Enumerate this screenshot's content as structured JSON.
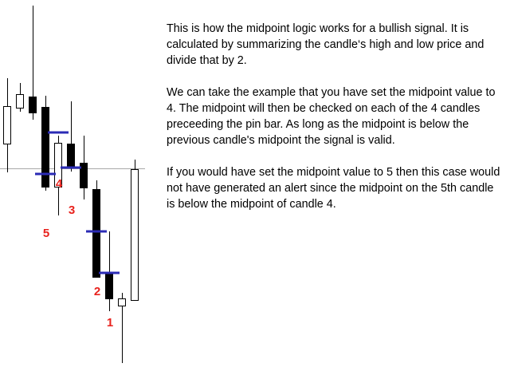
{
  "chart_data": {
    "type": "candlestick",
    "candles": [
      {
        "open": 180,
        "close": 133,
        "high": 98,
        "low": 216
      },
      {
        "open": 135,
        "close": 118,
        "high": 104,
        "low": 140
      },
      {
        "open": 121,
        "close": 141,
        "high": 7,
        "low": 150
      },
      {
        "open": 134,
        "close": 234,
        "high": 120,
        "low": 239
      },
      {
        "open": 234,
        "close": 179,
        "high": 170,
        "low": 270
      },
      {
        "open": 180,
        "close": 209,
        "high": 127,
        "low": 215
      },
      {
        "open": 204,
        "close": 235,
        "high": 170,
        "low": 250
      },
      {
        "open": 237,
        "close": 347,
        "high": 226,
        "low": 347
      },
      {
        "open": 342,
        "close": 374,
        "high": 290,
        "low": 390
      },
      {
        "open": 383,
        "close": 374,
        "high": 367,
        "low": 455
      },
      {
        "open": 376,
        "close": 212,
        "high": 200,
        "low": 376
      }
    ],
    "midpoint_lines": [
      {
        "candle": 3,
        "level": 218
      },
      {
        "candle": 4,
        "level": 166
      },
      {
        "candle": 5,
        "level": 210
      },
      {
        "candle": 7,
        "level": 290
      },
      {
        "candle": 8,
        "level": 342
      }
    ],
    "candle_labels": [
      {
        "text": "5",
        "candle": 3,
        "level": 292
      },
      {
        "text": "4",
        "candle": 4,
        "level": 230
      },
      {
        "text": "3",
        "candle": 5,
        "level": 263
      },
      {
        "text": "2",
        "candle": 7,
        "level": 365
      },
      {
        "text": "1",
        "candle": 8,
        "level": 404
      }
    ],
    "price_line": 211,
    "colors": {
      "bull_fill": "#ffffff",
      "bear_fill": "#000000",
      "outline": "#000000",
      "midpoint": "#2b2bb5",
      "label": "#e8221d",
      "price_line": "#a8a8a8"
    }
  },
  "explanation": {
    "paragraph1": "This is how the midpoint logic works for a bullish signal. It is calculated by summarizing the candle‘s high and low price and divide that by 2.",
    "paragraph2": "We can take the example that you have set the midpoint value to 4. The midpoint  will then be checked on each of the 4 candles preceeding the pin bar. As long as the midpoint is below the previous candle's midpoint the signal is valid.",
    "paragraph3": "If you would have set the midpoint value to 5 then this case would not have generated an alert since the midpoint on the 5th candle is below the midpoint of candle 4."
  }
}
